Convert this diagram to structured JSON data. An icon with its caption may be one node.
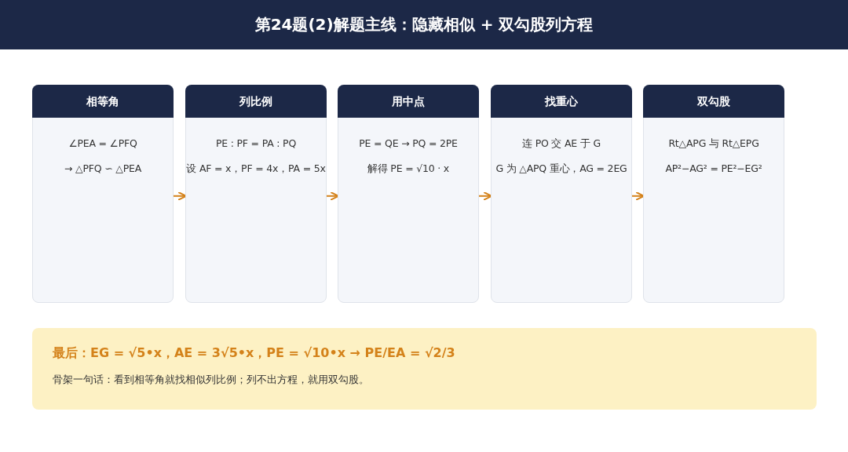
{
  "diagram": {
    "title": "第24题(2)解题主线：隐藏相似 + 双勾股列方程",
    "nodes": [
      {
        "text": [
          "相等角",
          "∠PEA = ∠PFQ",
          "→ △PFQ ∽ △PEA"
        ]
      },
      {
        "text": [
          "列比例",
          "PE : PF = PA : PQ",
          "设 AF = x，PF = 4x，PA = 5x"
        ]
      },
      {
        "text": [
          "用中点",
          "PE = QE → PQ = 2PE",
          "解得 PE = √10 · x"
        ]
      },
      {
        "text": [
          "找重心",
          "连 PO 交 AE 于 G",
          "G 为 △APQ 重心，AG = 2EG"
        ]
      },
      {
        "text": [
          "双勾股",
          "Rt△APG 与 Rt△EPG",
          "AP²−AG² = PE²−EG²"
        ]
      },
      {
        "text": [
          "最后：EG = √5•x，AE = 3√5•x，PE = √10•x → PE/EA = √2/3",
          "骨架一句话：看到相等角就找相似列比例；列不出方程，就用双勾股。"
        ]
      }
    ],
    "edges": [
      {
        "from": 0,
        "to": 1,
        "arrow": "to"
      },
      {
        "from": 1,
        "to": 2,
        "arrow": "to"
      },
      {
        "from": 2,
        "to": 3,
        "arrow": "to"
      },
      {
        "from": 3,
        "to": 4,
        "arrow": "to"
      }
    ]
  }
}
